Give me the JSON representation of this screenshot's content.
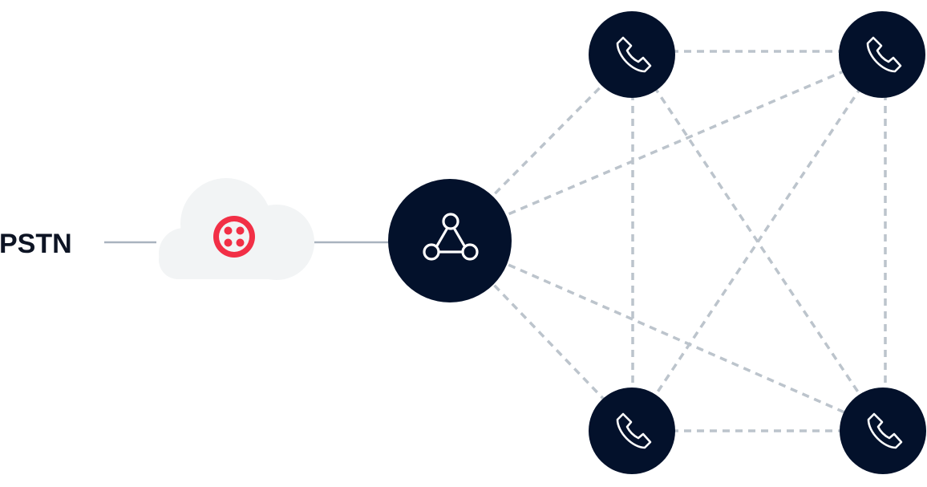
{
  "diagram": {
    "pstn_label": "PSTN",
    "colors": {
      "node_fill": "#03112b",
      "icon_stroke": "#ffffff",
      "link_solid": "#a9b3bf",
      "link_dashed": "#bcc4cc",
      "cloud_fill": "#f2f4f5",
      "brand_red": "#f22f46",
      "text": "#0d1424"
    },
    "cloud": {
      "name": "cloud",
      "logo_icon": "twilio-logo-icon"
    },
    "hub": {
      "name": "hub-node",
      "icon": "network-triangle-icon"
    },
    "phones": [
      {
        "name": "phone-node-top-left",
        "icon": "phone-icon"
      },
      {
        "name": "phone-node-top-right",
        "icon": "phone-icon"
      },
      {
        "name": "phone-node-bottom-left",
        "icon": "phone-icon"
      },
      {
        "name": "phone-node-bottom-right",
        "icon": "phone-icon"
      }
    ],
    "connections": [
      {
        "from": "pstn",
        "to": "cloud",
        "style": "solid"
      },
      {
        "from": "cloud",
        "to": "hub-node",
        "style": "solid"
      },
      {
        "from": "hub-node",
        "to": "phone-node-top-left",
        "style": "dashed"
      },
      {
        "from": "hub-node",
        "to": "phone-node-top-right",
        "style": "dashed"
      },
      {
        "from": "hub-node",
        "to": "phone-node-bottom-left",
        "style": "dashed"
      },
      {
        "from": "hub-node",
        "to": "phone-node-bottom-right",
        "style": "dashed"
      },
      {
        "from": "phone-node-top-left",
        "to": "phone-node-top-right",
        "style": "dashed"
      },
      {
        "from": "phone-node-top-left",
        "to": "phone-node-bottom-left",
        "style": "dashed"
      },
      {
        "from": "phone-node-top-left",
        "to": "phone-node-bottom-right",
        "style": "dashed"
      },
      {
        "from": "phone-node-top-right",
        "to": "phone-node-bottom-left",
        "style": "dashed"
      },
      {
        "from": "phone-node-top-right",
        "to": "phone-node-bottom-right",
        "style": "dashed"
      },
      {
        "from": "phone-node-bottom-left",
        "to": "phone-node-bottom-right",
        "style": "dashed"
      }
    ]
  }
}
